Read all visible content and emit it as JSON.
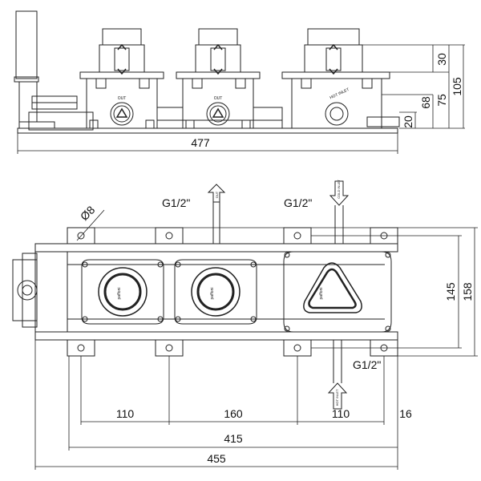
{
  "top_view": {
    "dimensions": {
      "overall_width": "477",
      "height_30": "30",
      "height_75": "75",
      "height_105": "105",
      "height_68": "68",
      "height_20": "20"
    },
    "port_labels": [
      "OUT",
      "OUT",
      "HOT INLET"
    ]
  },
  "plan_view": {
    "dimensions": {
      "hole_diameter": "Ø8",
      "spacing_1": "110",
      "spacing_2": "160",
      "spacing_3": "110",
      "offset": "16",
      "length_415": "415",
      "length_455": "455",
      "height_145": "145",
      "height_158": "158"
    },
    "threads": {
      "out": "G1/2\"",
      "cold_inlet": "G1/2\"",
      "hot_inlet": "G1/2\""
    },
    "arrow_labels": {
      "out": "OUT",
      "cold_inlet": "COLD INLET",
      "hot_inlet": "HOT INLET"
    },
    "brand": "paffoni"
  }
}
